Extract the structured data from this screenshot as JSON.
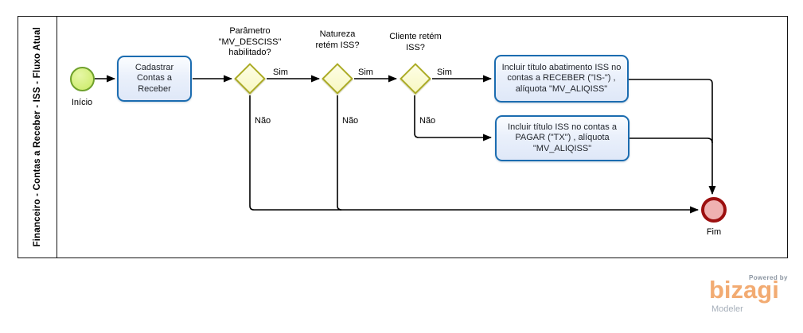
{
  "lane": {
    "title": "Financeiro - Contas a Receber - ISS - Fluxo Atual"
  },
  "nodes": {
    "start": {
      "label": "Início"
    },
    "end": {
      "label": "Fim"
    },
    "task_cadastrar": {
      "label": "Cadastrar Contas a Receber"
    },
    "task_receber": {
      "label": "Incluir título abatimento ISS no contas a RECEBER (\"IS-\") , alíquota \"MV_ALIQISS\""
    },
    "task_pagar": {
      "label": "Incluir título ISS no contas a PAGAR (\"TX\") , alíquota \"MV_ALIQISS\""
    }
  },
  "gateways": {
    "g1": {
      "question": "Parâmetro \"MV_DESCISS\" habilitado?",
      "yes": "Sim",
      "no": "Não"
    },
    "g2": {
      "question": "Natureza retém ISS?",
      "yes": "Sim",
      "no": "Não"
    },
    "g3": {
      "question": "Cliente retém ISS?",
      "yes": "Sim",
      "no": "Não"
    }
  },
  "logo": {
    "powered_by": "Powered by",
    "brand": "bizagi",
    "product": "Modeler"
  },
  "colors": {
    "task_border": "#1b6cb0",
    "task_fill": "#e8effb",
    "gateway_border": "#abab24",
    "gateway_fill": "#fbfbce",
    "start_border": "#6fa12c",
    "start_fill": "#d6f080",
    "end_border": "#9c0f0f",
    "end_fill": "#efb1b1",
    "connector": "#000000",
    "brand_orange": "#f2ab72",
    "brand_gray": "#8b95a1"
  }
}
